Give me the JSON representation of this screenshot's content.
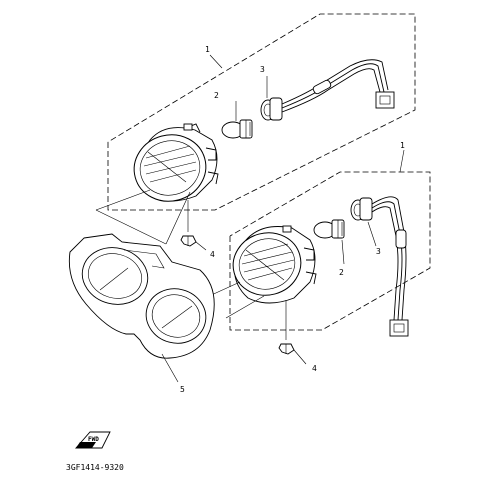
{
  "callouts": {
    "upper_assembly": "1",
    "upper_bulb": "2",
    "upper_socket": "3",
    "upper_screw": "4",
    "lower_assembly": "1",
    "lower_bulb": "2",
    "lower_socket": "3",
    "lower_screw": "4",
    "bezel": "5"
  },
  "fwd_badge": "FWD",
  "part_code": "3GF1414-9320",
  "colors": {
    "ink": "#000000",
    "paper": "#ffffff"
  }
}
